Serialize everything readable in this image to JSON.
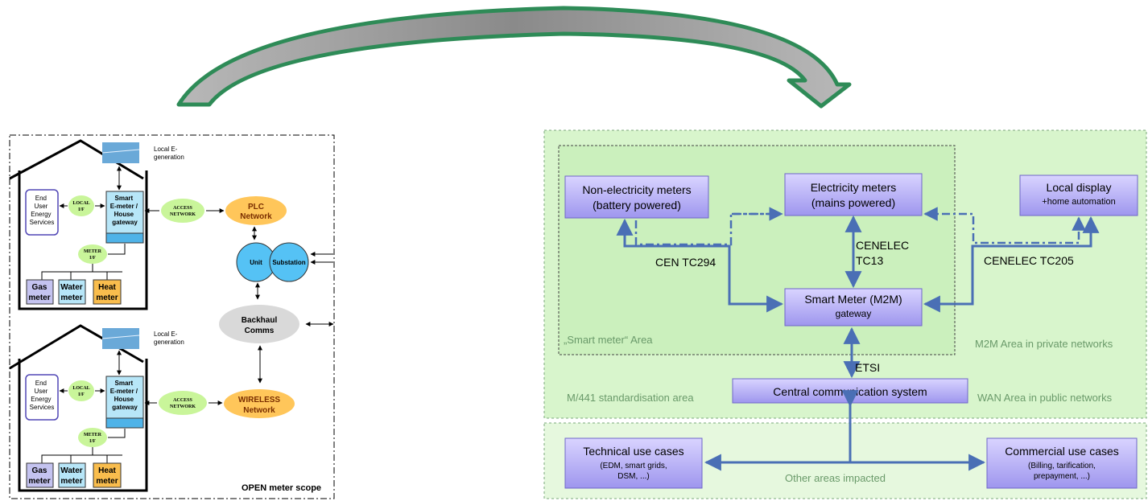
{
  "left": {
    "house1": {
      "local_egen": [
        "Local E-",
        "generation"
      ],
      "end_user": [
        "End",
        "User",
        "Energy",
        "Services"
      ],
      "local_if": [
        "LOCAL",
        "I/F"
      ],
      "smart_meter": [
        "Smart",
        "E-meter /",
        "House",
        "gateway"
      ],
      "meter_if": [
        "METER",
        "I/F"
      ],
      "gas": [
        "Gas",
        "meter"
      ],
      "water": [
        "Water",
        "meter"
      ],
      "heat": [
        "Heat",
        "meter"
      ]
    },
    "house2": {
      "local_egen": [
        "Local E-",
        "generation"
      ],
      "end_user": [
        "End",
        "User",
        "Energy",
        "Services"
      ],
      "local_if": [
        "LOCAL",
        "I/F"
      ],
      "smart_meter": [
        "Smart",
        "E-meter /",
        "House",
        "gateway"
      ],
      "meter_if": [
        "METER",
        "I/F"
      ],
      "gas": [
        "Gas",
        "meter"
      ],
      "water": [
        "Water",
        "meter"
      ],
      "heat": [
        "Heat",
        "meter"
      ]
    },
    "access_network_1": [
      "ACCESS",
      "NETWORK"
    ],
    "access_network_2": [
      "ACCESS",
      "NETWORK"
    ],
    "plc_network": [
      "PLC",
      "Network"
    ],
    "unit": "Unit",
    "substation": "Substation",
    "backhaul": [
      "Backhaul",
      "Comms"
    ],
    "wireless_network": [
      "WIRELESS",
      "Network"
    ],
    "scope_label": "OPEN meter scope"
  },
  "right": {
    "non_elec": [
      "Non-electricity meters",
      "(battery powered)"
    ],
    "elec": [
      "Electricity meters",
      "(mains powered)"
    ],
    "local_display": [
      "Local display",
      "+home automation"
    ],
    "cenelec_tc13": [
      "CENELEC",
      "TC13"
    ],
    "cen_tc294": "CEN TC294",
    "cenelec_tc205": "CENELEC TC205",
    "smart_meter_m2m": [
      "Smart Meter (M2M)",
      "gateway"
    ],
    "smart_meter_area": "„Smart meter“ Area",
    "m2m_area": "M2M Area in private networks",
    "etsi": "ETSI",
    "m441": "M/441 standardisation area",
    "central": "Central communication system",
    "wan_area": "WAN Area in public networks",
    "technical": [
      "Technical use cases",
      "(EDM, smart grids,",
      "DSM, ...)"
    ],
    "commercial": [
      "Commercial use cases",
      "(Billing, tarification,",
      "prepayment, ...)"
    ],
    "other_areas": "Other areas impacted"
  },
  "colors": {
    "arrow_green": "#2e8b57",
    "arrow_grey": "#a9a9a9",
    "box_purple": "#a9a2f2",
    "connector_blue": "#4a6fb5",
    "area_green": "#d6f5c9",
    "cloud_orange": "#ffc65a",
    "cloud_green": "#c9f59a",
    "cloud_grey": "#d9d9d9",
    "node_blue": "#55c2f5"
  }
}
